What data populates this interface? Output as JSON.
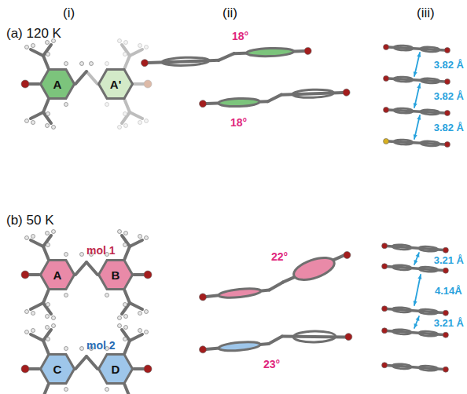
{
  "diagram": {
    "nodes": [
      {
        "text": [
          "A"
        ]
      },
      {
        "text": [
          "A'"
        ]
      },
      {
        "text": [
          "A"
        ]
      },
      {
        "text": [
          "B"
        ]
      },
      {
        "text": [
          "C"
        ]
      },
      {
        "text": [
          "D"
        ]
      }
    ],
    "labels": [
      "(i)",
      "(ii)",
      "(iii)",
      "(a) 120 K",
      "18°",
      "3.82 Å",
      "3.82 Å",
      "18°",
      "3.82 Å",
      "(b) 50 K",
      "mol 1",
      "22°",
      "3.21 Å",
      "4.14Å",
      "mol 2",
      "3.21 Å",
      "23°"
    ]
  }
}
